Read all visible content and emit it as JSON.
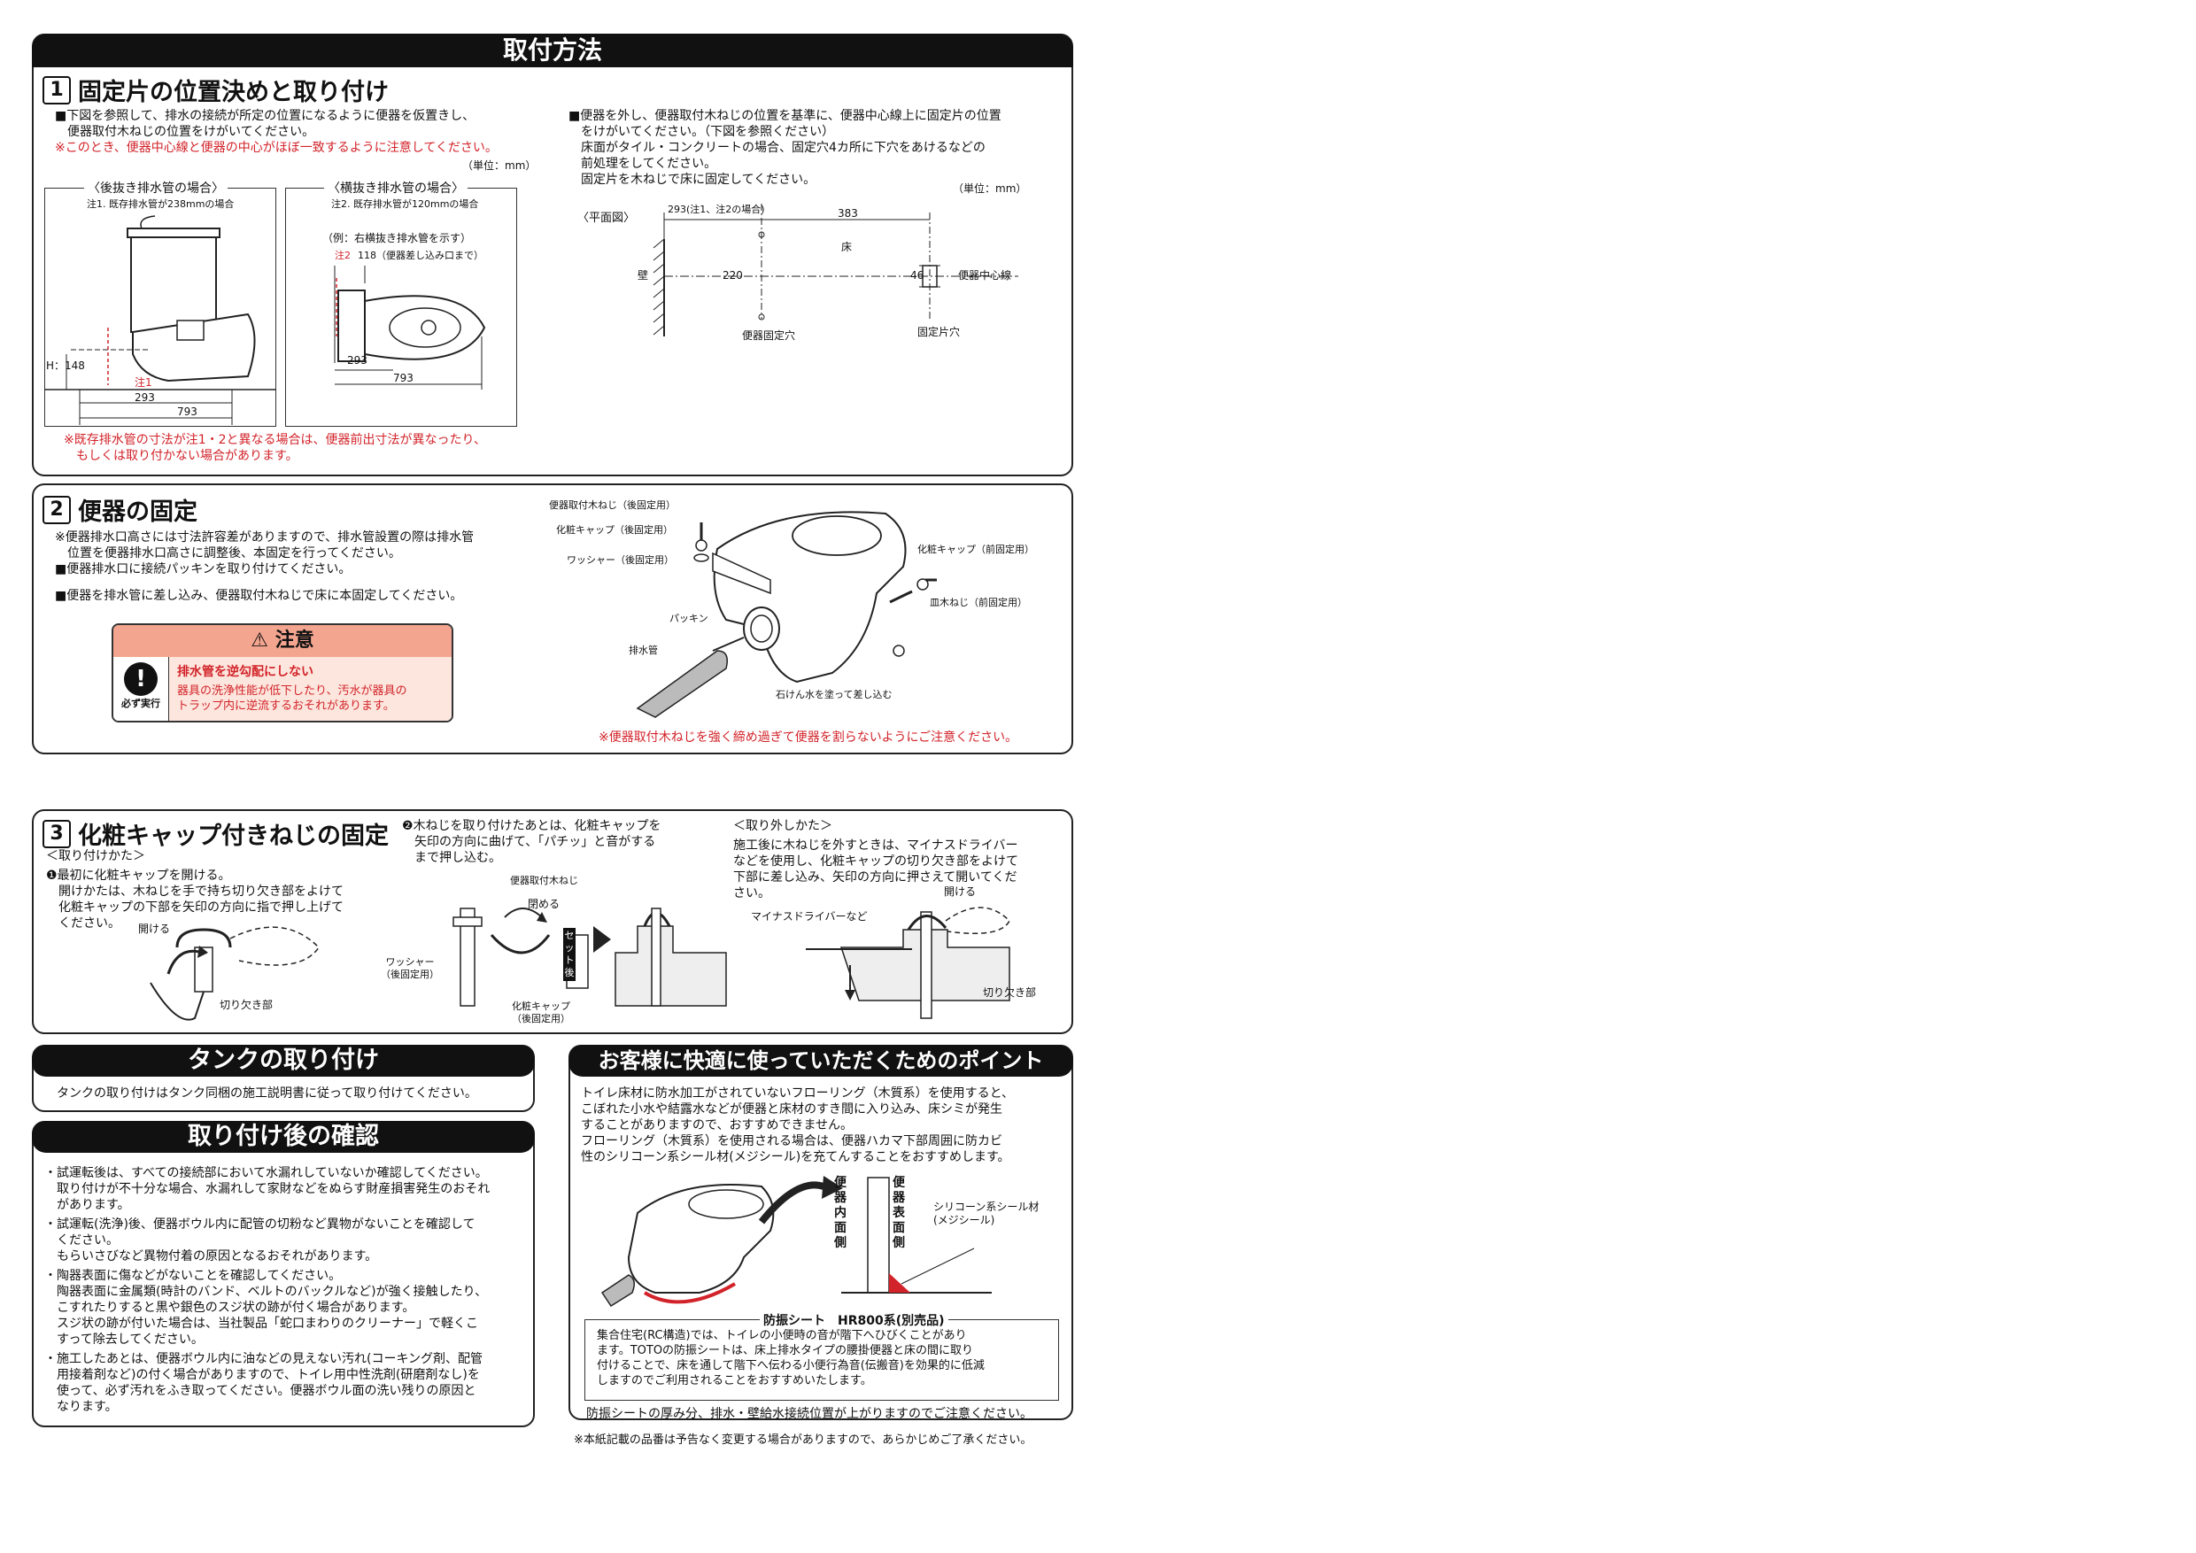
{
  "install": {
    "bar_title": "取付方法",
    "s1": {
      "num": "1",
      "title": "固定片の位置決めと取り付け",
      "left_lines": [
        "■下図を参照して、排水の接続が所定の位置になるように便器を仮置きし、",
        "　便器取付木ねじの位置をけがいてください。"
      ],
      "left_red": "※このとき、便器中心線と便器の中心がほぼ一致するように注意してください。",
      "unit1": "（単位：mm）",
      "rear": {
        "header": "〈後抜き排水管の場合〉",
        "note": "注1. 既存排水管が238mmの場合",
        "h_label": "H：148",
        "note_mark": "注1",
        "d293": "293",
        "d793": "793"
      },
      "side": {
        "header": "〈横抜き排水管の場合〉",
        "note": "注2. 既存排水管が120mmの場合",
        "example": "（例：右横抜き排水管を示す）",
        "note_mark": "注2",
        "d118": "118（便器差し込み口まで）",
        "d293": "293",
        "d793": "793"
      },
      "bottom_red": [
        "※既存排水管の寸法が注1・2と異なる場合は、便器前出寸法が異なったり、",
        "　もしくは取り付かない場合があります。"
      ],
      "right_lines": [
        "■便器を外し、便器取付木ねじの位置を基準に、便器中心線上に固定片の位置",
        "　をけがいてください。（下図を参照ください）",
        "　床面がタイル・コンクリートの場合、固定穴4カ所に下穴をあけるなどの",
        "　前処理をしてください。",
        "　固定片を木ねじで床に固定してください。"
      ],
      "unit2": "（単位：mm）",
      "plan": {
        "label": "〈平面図〉",
        "d293": "293(注1、注2の場合)",
        "d383": "383",
        "floor": "床",
        "wall": "壁",
        "d220": "220",
        "d46": "46",
        "center": "便器中心線",
        "hole1": "便器固定穴",
        "hole2": "固定片穴"
      }
    },
    "s2": {
      "num": "2",
      "title": "便器の固定",
      "lines": [
        "※便器排水口高さには寸法許容差がありますので、排水管設置の際は排水管",
        "　位置を便器排水口高さに調整後、本固定を行ってください。",
        "■便器排水口に接続パッキンを取り付けてください。"
      ],
      "line2": "■便器を排水管に差し込み、便器取付木ねじで床に本固定してください。",
      "caution_title": "注意",
      "must_label": "必ず実行",
      "caution_head": "排水管を逆勾配にしない",
      "caution_body": [
        "器具の洗浄性能が低下したり、汚水が器具の",
        "トラップ内に逆流するおそれがあります。"
      ],
      "labels": {
        "screw_rear": "便器取付木ねじ（後固定用）",
        "cap_rear": "化粧キャップ（後固定用）",
        "washer_rear": "ワッシャー（後固定用）",
        "packing": "パッキン",
        "pipe": "排水管",
        "soap": "石けん水を塗って差し込む",
        "cap_front": "化粧キャップ（前固定用）",
        "screw_front": "皿木ねじ（前固定用）"
      },
      "bottom_red": "※便器取付木ねじを強く締め過ぎて便器を割らないようにご注意ください。"
    },
    "s3": {
      "num": "3",
      "title": "化粧キャップ付きねじの固定",
      "howto": "＜取り付けかた＞",
      "step1": [
        "❶最初に化粧キャップを開ける。",
        "　開けかたは、木ねじを手で持ち切り欠き部をよけて",
        "　化粧キャップの下部を矢印の方向に指で押し上げて",
        "　ください。"
      ],
      "open": "開ける",
      "notch": "切り欠き部",
      "step2": [
        "❷木ねじを取り付けたあとは、化粧キャップを",
        "　矢印の方向に曲げて、「パチッ」と音がする",
        "　まで押し込む。"
      ],
      "screw": "便器取付木ねじ",
      "close": "閉める",
      "washer": [
        "ワッシャー",
        "（後固定用）"
      ],
      "cap": [
        "化粧キャップ",
        "（後固定用）"
      ],
      "after_set": "セット後",
      "remove_head": "＜取り外しかた＞",
      "remove": [
        "施工後に木ねじを外すときは、マイナスドライバー",
        "などを使用し、化粧キャップの切り欠き部をよけて",
        "下部に差し込み、矢印の方向に押さえて開いてくだ",
        "さい。"
      ],
      "driver": "マイナスドライバーなど",
      "open2": "開ける",
      "notch2": "切り欠き部"
    }
  },
  "tank": {
    "bar_title": "タンクの取り付け",
    "text": "タンクの取り付けはタンク同梱の施工説明書に従って取り付けてください。"
  },
  "confirm": {
    "bar_title": "取り付け後の確認",
    "items": [
      [
        "・試運転後は、すべての接続部において水漏れしていないか確認してください。",
        "　取り付けが不十分な場合、水漏れして家財などをぬらす財産損害発生のおそれ",
        "　があります。"
      ],
      [
        "・試運転(洗浄)後、便器ボウル内に配管の切粉など異物がないことを確認して",
        "　ください。",
        "　もらいさびなど異物付着の原因となるおそれがあります。"
      ],
      [
        "・陶器表面に傷などがないことを確認してください。",
        "　陶器表面に金属類(時計のバンド、ベルトのバックルなど)が強く接触したり、",
        "　こすれたりすると黒や銀色のスジ状の跡が付く場合があります。",
        "　スジ状の跡が付いた場合は、当社製品「蛇口まわりのクリーナー」で軽くこ",
        "　すって除去してください。"
      ],
      [
        "・施工したあとは、便器ボウル内に油などの見えない汚れ(コーキング剤、配管",
        "　用接着剤など)の付く場合がありますので、トイレ用中性洗剤(研磨剤なし)を",
        "　使って、必ず汚れをふき取ってください。便器ボウル面の洗い残りの原因と",
        "　なります。"
      ]
    ]
  },
  "points": {
    "bar_title": "お客様に快適に使っていただくためのポイント",
    "lines": [
      "トイレ床材に防水加工がされていないフローリング（木質系）を使用すると、",
      "こぼれた小水や結露水などが便器と床材のすき間に入り込み、床シミが発生",
      "することがありますので、おすすめできません。",
      "フローリング（木質系）を使用される場合は、便器ハカマ下部周囲に防カビ",
      "性のシリコーン系シール材(メジシール)を充てんすることをおすすめします。"
    ],
    "inner": "便器内面側",
    "outer": "便器表面側",
    "seal": [
      "シリコーン系シール材",
      "(メジシール)"
    ],
    "sheet_title": "防振シート　HR800系(別売品)",
    "sheet_lines": [
      "集合住宅(RC構造)では、トイレの小便時の音が階下へひびくことがあり",
      "ます。TOTOの防振シートは、床上排水タイプの腰掛便器と床の間に取り",
      "付けることで、床を通して階下へ伝わる小便行為音(伝搬音)を効果的に低減",
      "しますのでご利用されることをおすすめいたします。"
    ],
    "sheet_note": "防振シートの厚み分、排水・壁給水接続位置が上がりますのでご注意ください。"
  },
  "footer": "※本紙記載の品番は予告なく変更する場合がありますので、あらかじめご了承ください。",
  "colors": {
    "accent_red": "#d2232a",
    "caution_header": "#f4a58f",
    "caution_body": "#fde6dd"
  }
}
